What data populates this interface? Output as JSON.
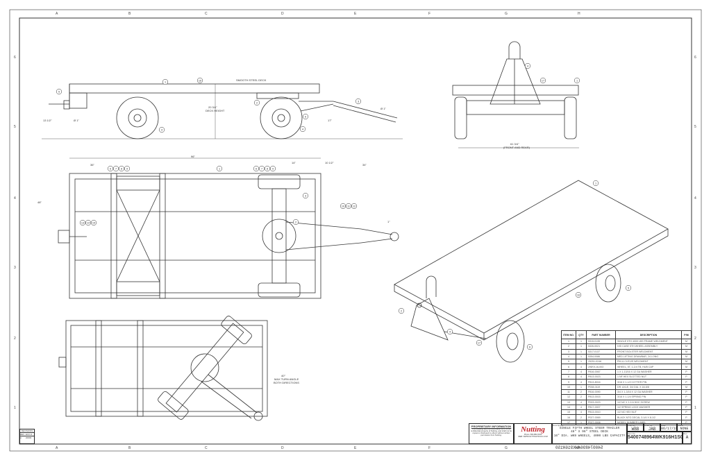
{
  "zones": {
    "cols": [
      "A",
      "B",
      "C",
      "D",
      "E",
      "F",
      "G",
      "H"
    ],
    "rows": [
      "6",
      "5",
      "4",
      "3",
      "2",
      "1"
    ]
  },
  "balloons": [
    "1",
    "16",
    "5",
    "2",
    "4",
    "4",
    "6",
    "3",
    "4",
    "17",
    "1",
    "1",
    "6",
    "7",
    "8",
    "9",
    "6",
    "7",
    "8",
    "9",
    "3",
    "2",
    "10",
    "11",
    "12",
    "13",
    "14",
    "15",
    "1",
    "2",
    "4",
    "6",
    "16",
    "17",
    "5"
  ],
  "dims": [
    "SMOOTH STEEL DECK",
    "20 3/4\"",
    "DECK HEIGHT",
    "13 1/2\"",
    "Ø 1\"",
    "Ø 1\"",
    "17\"",
    "61 3/4\"",
    "(FRONT AND REAR)",
    "96\"",
    "36\"",
    "14\"",
    "10 1/2\"",
    "34\"",
    "48\"",
    "1\"",
    "40°",
    "MAX TURN ANGLE",
    "BOTH DIRECTIONS"
  ],
  "parts": {
    "headers": [
      "ITEM NO.",
      "QTY",
      "PART NUMBER",
      "DESCRIPTION",
      "P/M"
    ],
    "rows": [
      [
        "1",
        "1",
        "5315-0135",
        "SINGLE 5TH 4000 LBS FRAME WELDMENT",
        "M"
      ],
      [
        "2",
        "1",
        "5326-0021",
        "H/D CASE 5TH WHEEL ASSEMBLY",
        "M"
      ],
      [
        "3",
        "1",
        "5317-0137",
        "FRONT BOLSTER WELDMENT",
        "M"
      ],
      [
        "4",
        "1",
        "5354-0086",
        "MED LIFTING DRAWBAR, 24 LONG",
        "M"
      ],
      [
        "5",
        "1",
        "25251-0246",
        "PIN & CLEVIS WELDMENT",
        "M"
      ],
      [
        "6",
        "4",
        "2WK9-16-003",
        "WHEEL, 5T, 1-1/4 TB, HUB CAP",
        "M"
      ],
      [
        "7",
        "4",
        "P816-0067",
        "1 X 1-13/16 X 12 GA WASHER",
        "P"
      ],
      [
        "8",
        "4",
        "P813-0023",
        "1 NF HEX SLOTTED NUT",
        "P"
      ],
      [
        "9",
        "4",
        "P813-8016",
        "3/16 X 1-1/2 COTTER PIN",
        "P"
      ],
      [
        "10",
        "1",
        "P008-0119",
        "DR. AXLE, 3/4 DIA. X 18-5/8",
        "M"
      ],
      [
        "11",
        "2",
        "P816-0090",
        "3/4 X 1-3/16 X 12 GA WASHER",
        "P"
      ],
      [
        "12",
        "2",
        "P813-0015",
        "3/16 X 1-1/4 SPRING PIN",
        "P"
      ],
      [
        "13",
        "4",
        "P003-0023",
        "1/2 NC X 1-1/4 HHC SCREW",
        "P"
      ],
      [
        "14",
        "4",
        "P817-0007",
        "1/2 SPRING LOCK WASHER",
        "P"
      ],
      [
        "15",
        "4",
        "P813-0010",
        "1/2 NC HEX NUT",
        "P"
      ],
      [
        "16",
        "2",
        "P027-0069",
        "BLACK NTG DECAL 3-1/4 X 8-1/2",
        "P"
      ],
      [
        "17",
        "1",
        "P027-0008",
        "MODEL NUMBER LABEL",
        "P"
      ]
    ]
  },
  "title_block": {
    "proprietary_title": "PROPRIETARY INFORMATION",
    "proprietary_text": "This drawing, and the information on it, is the confidential property of Nutting, and shall not be copied or disclosed to others without written permission from Nutting.",
    "logo": "Nutting",
    "phone": "Phone: 800-882-0043",
    "web": "WEB: WWW.NUTTINGTRUCK.COM",
    "description_label": "Description:",
    "description": [
      "SINGLE FIFTH WHEEL STEER TRAILER",
      "48\" X 96\" STEEL DECK",
      "16\" DIA. WK9 WHEELS, 4000 LBS CAPACITY"
    ],
    "prep_by_label": "Prep By:",
    "prep_by": "WBB",
    "chkd_by_label": "Chkd By:",
    "chkd_by": "JAB",
    "date_label": "Date:",
    "date": "06/17/19",
    "scale_label": "Scale:",
    "scale": "NONE",
    "item_no_label": "Item No:",
    "item_no": "5400748964WK916H1S0",
    "rev_label": "Rev:",
    "rev": "A",
    "mirror_item_no": "5400748964WK916H1S0"
  },
  "revisions": {
    "title": "REVISIONS",
    "rev_label": "REV",
    "eco_label": "ECO #",
    "rev": "A",
    "eco": "20000"
  }
}
